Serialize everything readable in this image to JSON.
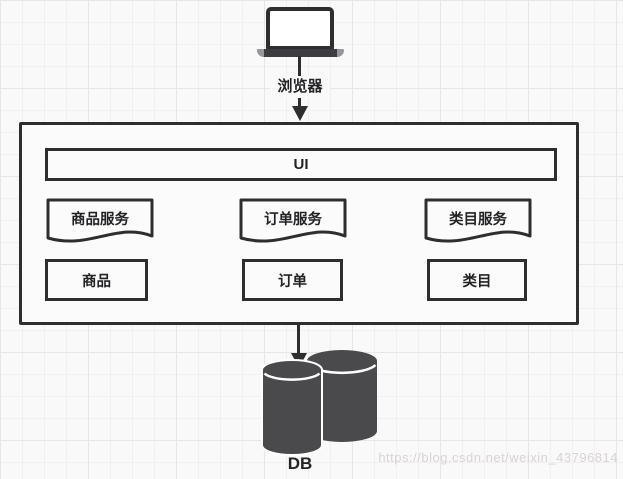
{
  "diagram": {
    "client": {
      "label": "浏览器",
      "icon": "laptop-icon"
    },
    "container": {
      "ui_bar": {
        "label": "UI"
      },
      "columns": [
        {
          "service": {
            "label": "商品服务"
          },
          "entity": {
            "label": "商品"
          }
        },
        {
          "service": {
            "label": "订单服务"
          },
          "entity": {
            "label": "订单"
          }
        },
        {
          "service": {
            "label": "类目服务"
          },
          "entity": {
            "label": "类目"
          }
        }
      ]
    },
    "database": {
      "label": "DB",
      "icon": "database-icon"
    }
  },
  "page": {
    "watermark": "https://blog.csdn.net/weixin_43796814"
  },
  "colors": {
    "stroke": "#2e2e31",
    "shape_fill": "#fcfbfb",
    "db_fill": "#4a4a4d",
    "watermark": "#d9d3d3",
    "page_bg": "#faf9f9"
  }
}
